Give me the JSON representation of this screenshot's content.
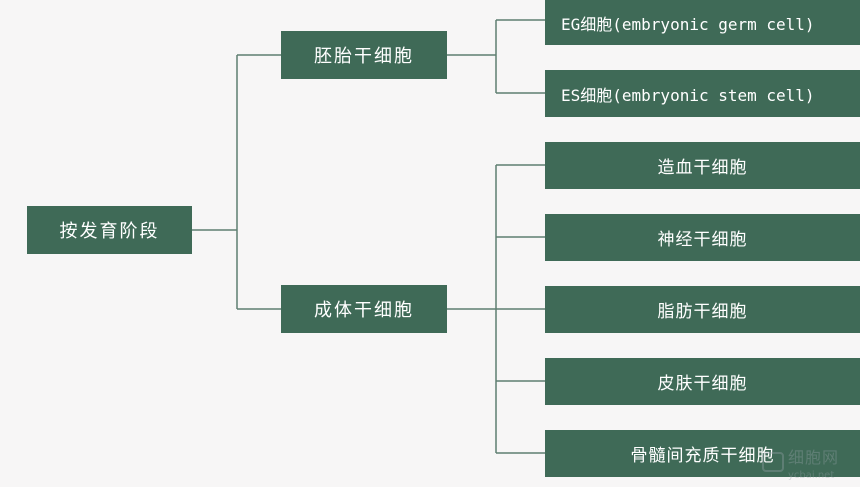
{
  "diagram": {
    "root": {
      "label": "按发育阶段"
    },
    "branches": [
      {
        "label": "胚胎干细胞",
        "children": [
          "EG细胞(embryonic germ cell)",
          "ES细胞(embryonic stem cell)"
        ]
      },
      {
        "label": "成体干细胞",
        "children": [
          "造血干细胞",
          "神经干细胞",
          "脂肪干细胞",
          "皮肤干细胞",
          "骨髓间充质干细胞"
        ]
      }
    ]
  },
  "watermark": {
    "name": "细胞网",
    "url": "ycbai.net"
  },
  "colors": {
    "node_fill": "#3f6a57",
    "line": "#5f7f71",
    "background": "#f7f6f6",
    "text": "#ffffff"
  }
}
